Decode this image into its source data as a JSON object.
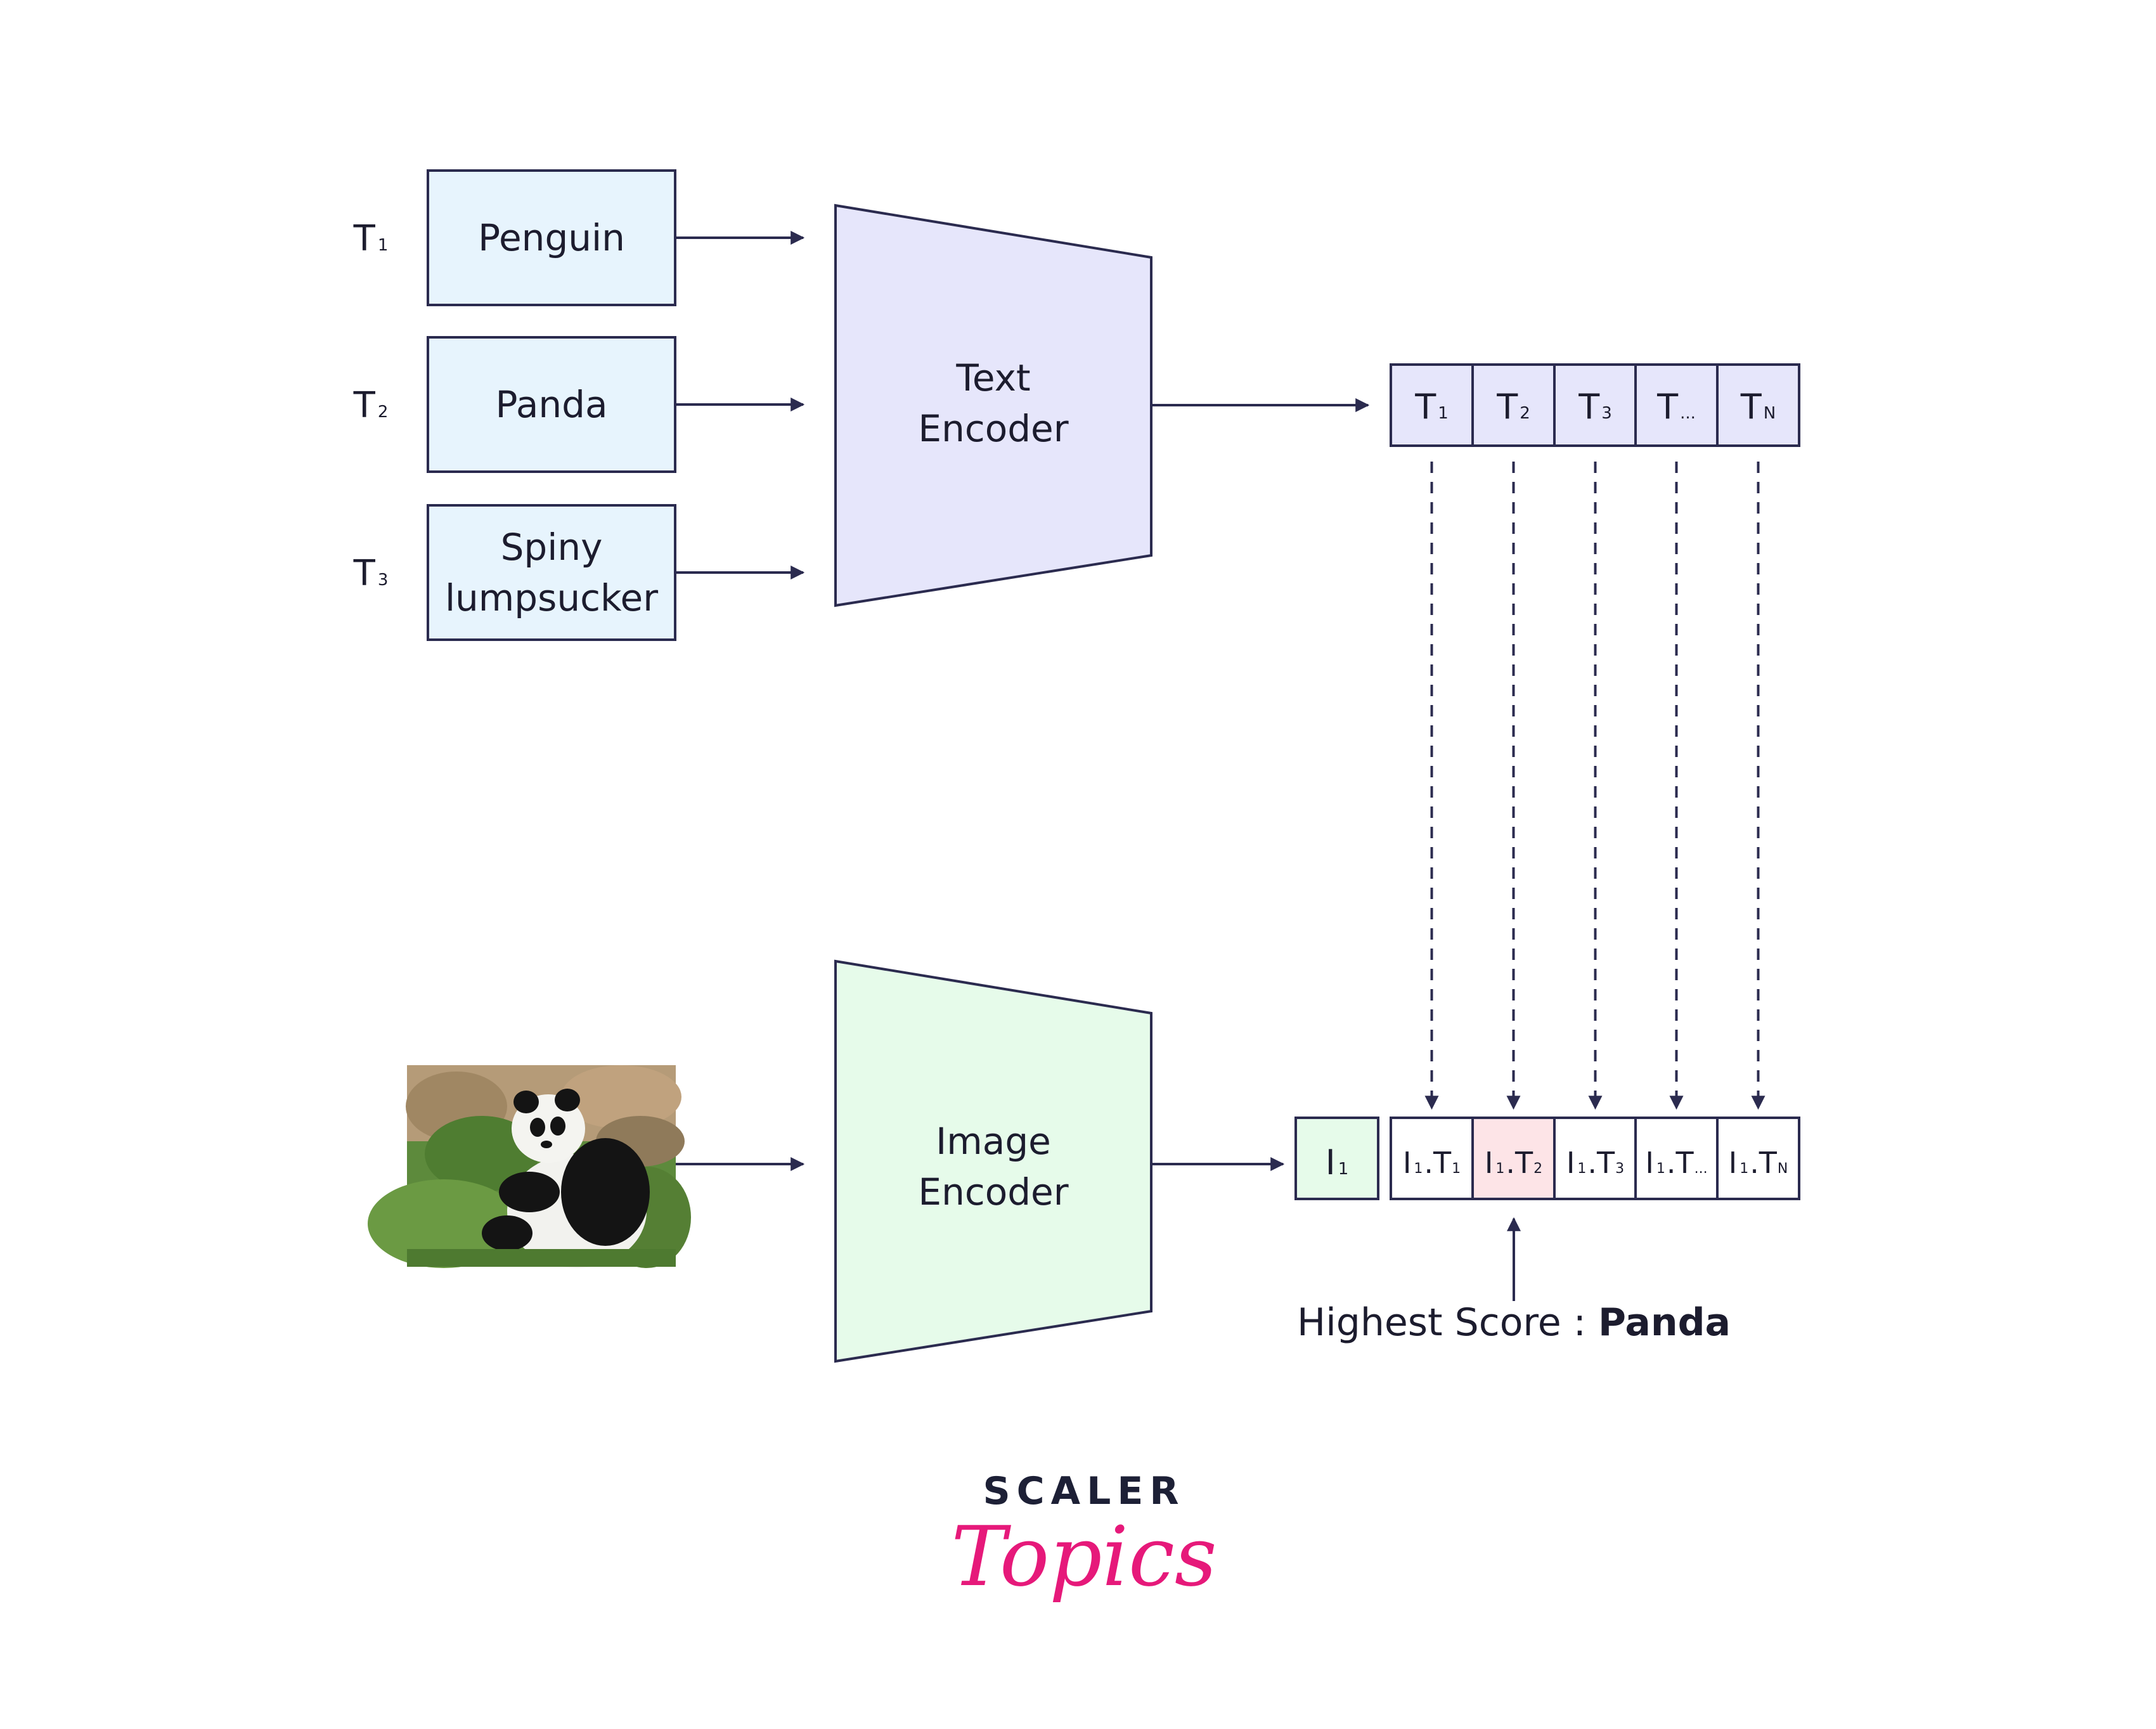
{
  "colors": {
    "stroke": "#2b2b4f",
    "text_box_fill": "#e7f4fd",
    "text_encoder_fill": "#e6e6fb",
    "image_encoder_fill": "#e6fbea",
    "text_cell_fill": "#e6e6fb",
    "image_cell_fill": "#e6fbea",
    "highlight_cell_fill": "#fde4e7",
    "brand_dark": "#1d2036",
    "brand_accent": "#e6197a"
  },
  "text_inputs": [
    {
      "label_main": "T",
      "label_sub": "1",
      "text_lines": [
        "Penguin"
      ]
    },
    {
      "label_main": "T",
      "label_sub": "2",
      "text_lines": [
        "Panda"
      ]
    },
    {
      "label_main": "T",
      "label_sub": "3",
      "text_lines": [
        "Spiny",
        "lumpsucker"
      ]
    }
  ],
  "text_encoder": {
    "lines": [
      "Text",
      "Encoder"
    ]
  },
  "image_encoder": {
    "lines": [
      "Image",
      "Encoder"
    ]
  },
  "text_embeddings": [
    {
      "main": "T",
      "sub": "1"
    },
    {
      "main": "T",
      "sub": "2"
    },
    {
      "main": "T",
      "sub": "3"
    },
    {
      "main": "T",
      "sub": "..."
    },
    {
      "main": "T",
      "sub": "N"
    }
  ],
  "image_embedding": {
    "main": "I",
    "sub": "1"
  },
  "scores": [
    {
      "i_main": "I",
      "i_sub": "1",
      "t_main": ".T",
      "t_sub": "1",
      "highlight": false
    },
    {
      "i_main": "I",
      "i_sub": "1",
      "t_main": ".T",
      "t_sub": "2",
      "highlight": true
    },
    {
      "i_main": "I",
      "i_sub": "1",
      "t_main": ".T",
      "t_sub": "3",
      "highlight": false
    },
    {
      "i_main": "I",
      "i_sub": "1",
      "t_main": ".T",
      "t_sub": "...",
      "highlight": false
    },
    {
      "i_main": "I",
      "i_sub": "1",
      "t_main": ".T",
      "t_sub": "N",
      "highlight": false
    }
  ],
  "result": {
    "prefix": "Highest Score : ",
    "value": "Panda"
  },
  "brand": {
    "line1": "SCALER",
    "line2": "Topics"
  }
}
